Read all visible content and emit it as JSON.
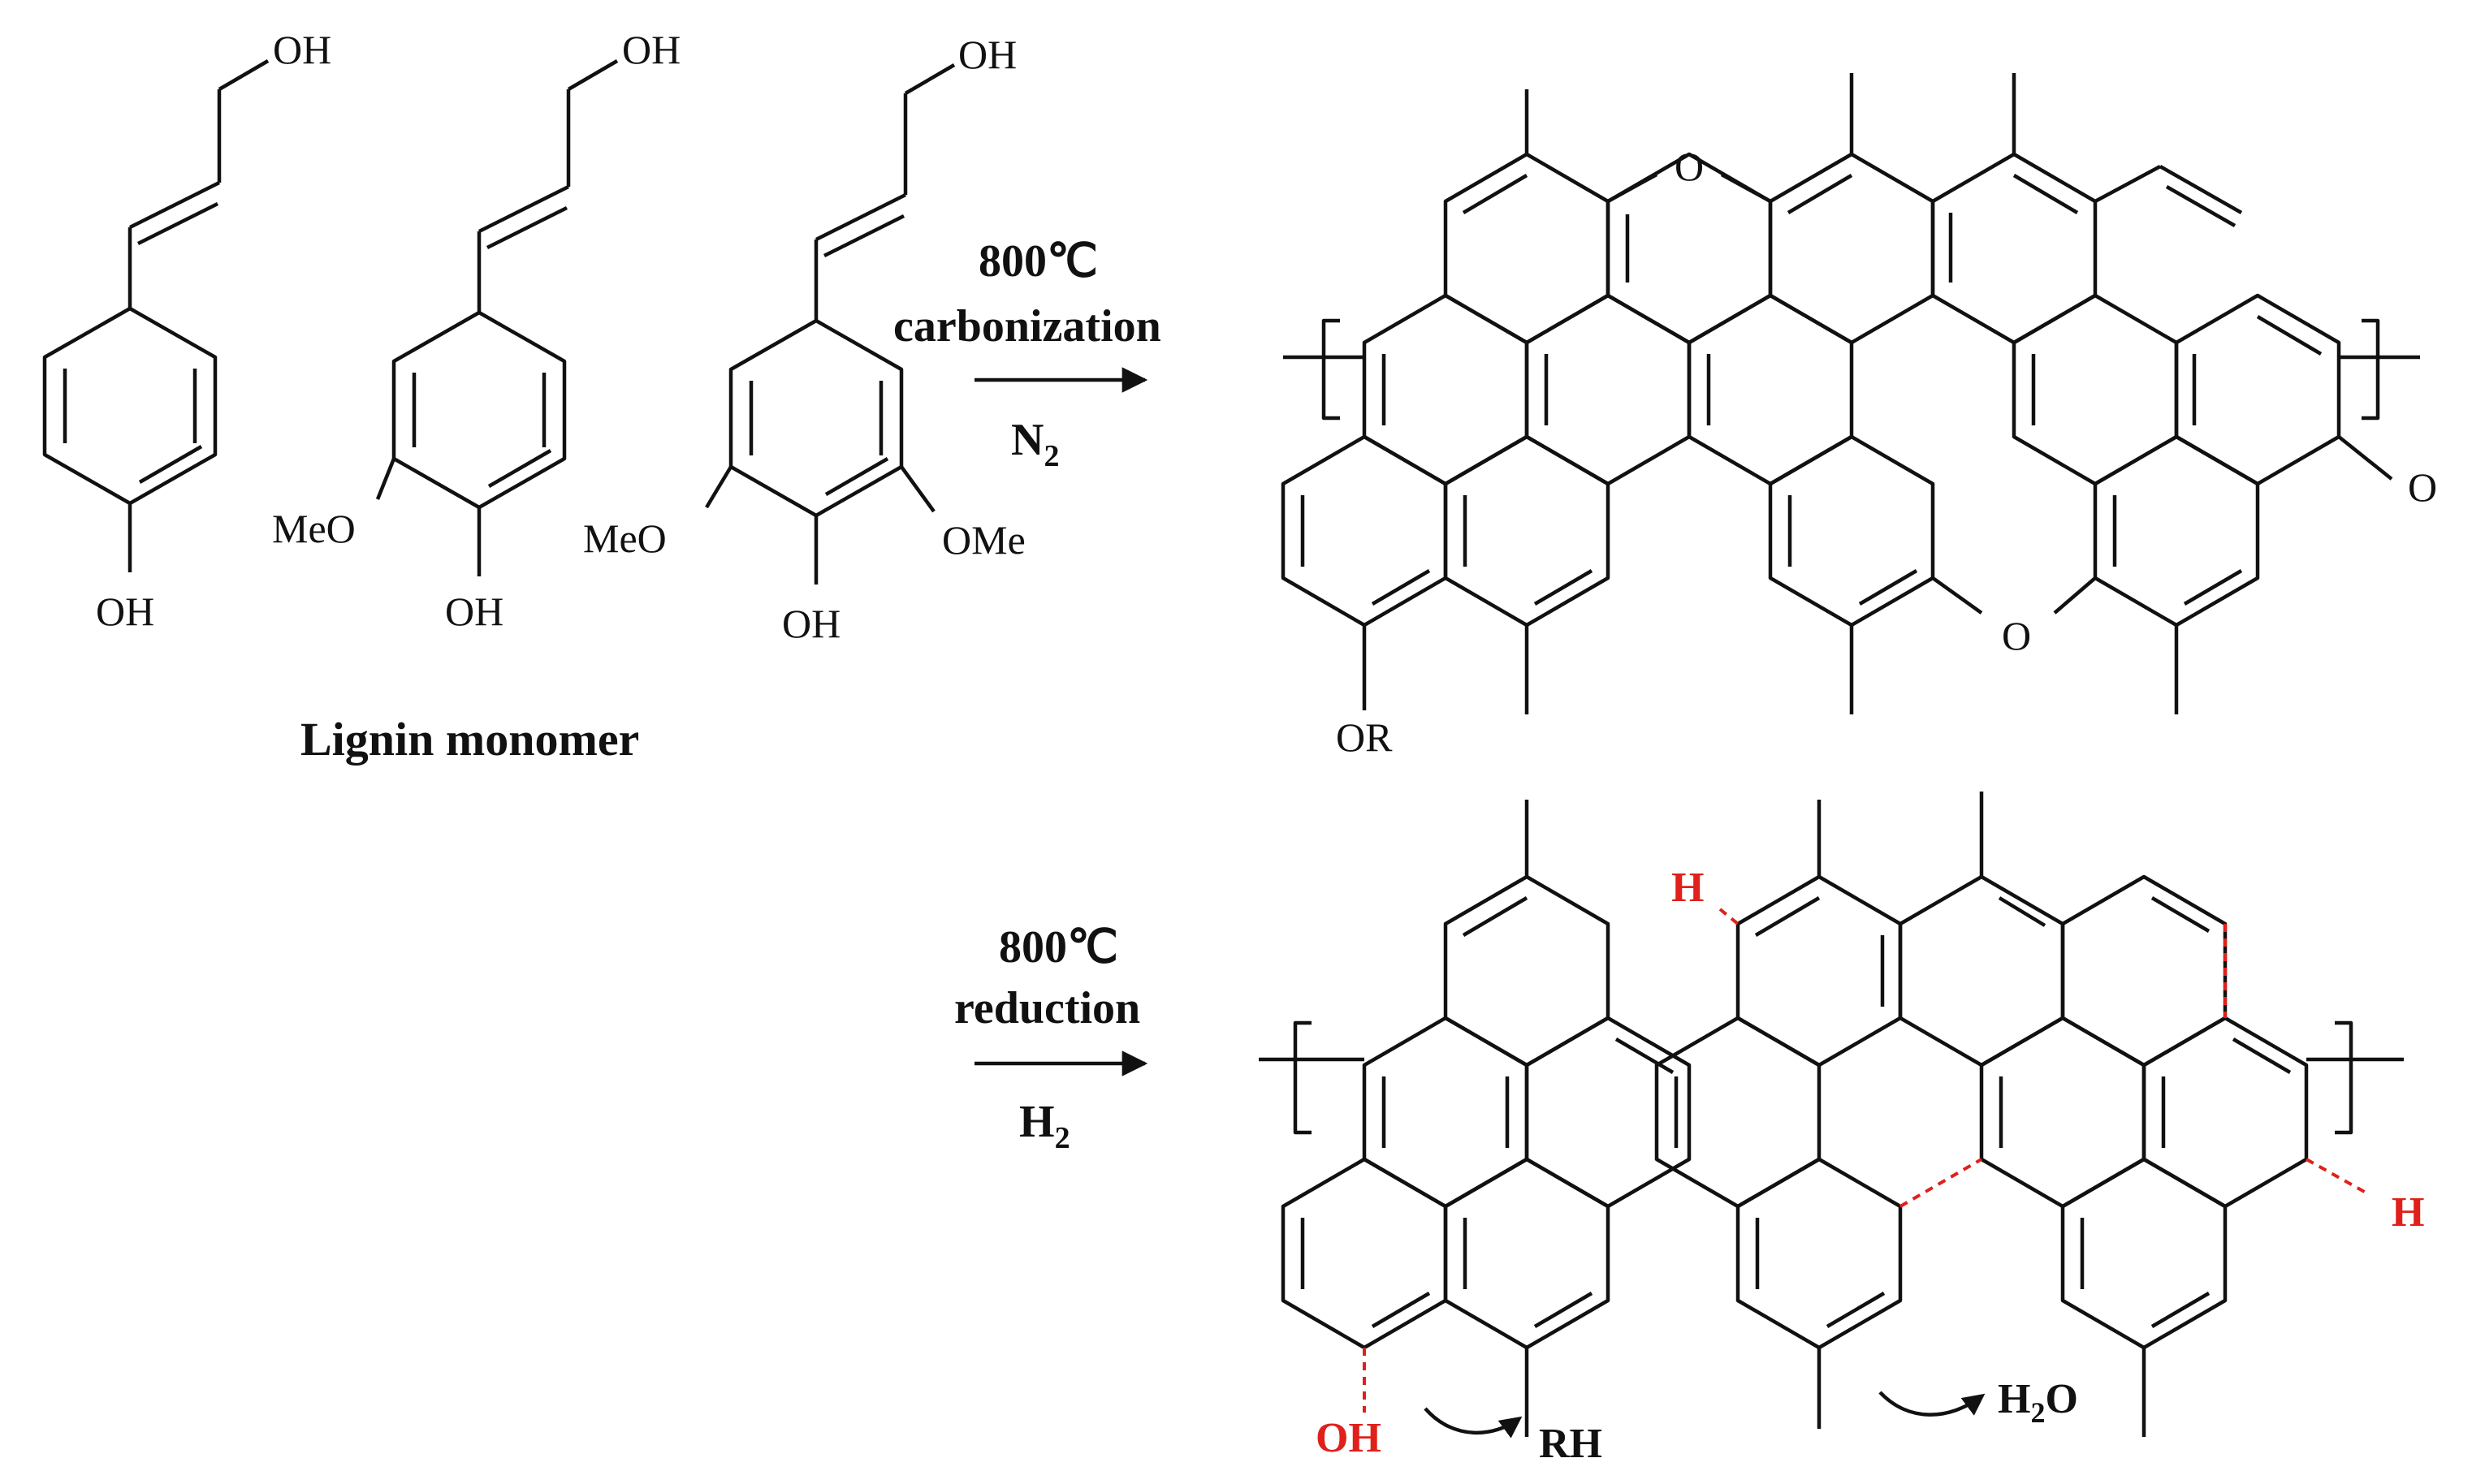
{
  "colors": {
    "ink": "#111111",
    "highlight": "#e0201b",
    "background": "#ffffff"
  },
  "monomers": {
    "caption": "Lignin monomer",
    "m1": {
      "top": "OH",
      "bottom": "OH"
    },
    "m2": {
      "top": "OH",
      "bottom": "OH",
      "left": "MeO"
    },
    "m3": {
      "top": "OH",
      "bottom": "OH",
      "left": "MeO",
      "right": "OMe"
    }
  },
  "step1": {
    "temperature": "800℃",
    "process": "carbonization",
    "atmosphere": "N",
    "atmosphere_sub": "2"
  },
  "step2": {
    "temperature": "800℃",
    "process": "reduction",
    "atmosphere": "H",
    "atmosphere_sub": "2"
  },
  "carbon": {
    "labels": {
      "o_top": "O",
      "o_right": "O",
      "o_bottom": "O",
      "or_group": "OR"
    }
  },
  "reduced": {
    "h_left": "H",
    "h_right": "H",
    "oh": "OH",
    "byproduct_1": "RH",
    "byproduct_2_main": "H",
    "byproduct_2_sub": "2",
    "byproduct_2_tail": "O"
  }
}
